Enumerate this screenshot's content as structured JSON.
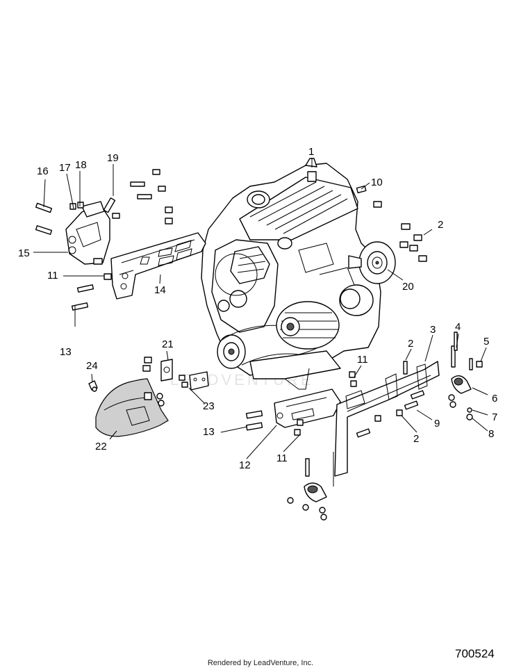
{
  "watermark": "LEADVENTURE",
  "footer": {
    "credit": "Rendered by LeadVenture, Inc.",
    "figure_id": "700524"
  },
  "callouts": [
    {
      "id": "c1",
      "text": "1"
    },
    {
      "id": "c2a",
      "text": "2"
    },
    {
      "id": "c2b",
      "text": "2"
    },
    {
      "id": "c2c",
      "text": "2"
    },
    {
      "id": "c3",
      "text": "3"
    },
    {
      "id": "c4",
      "text": "4"
    },
    {
      "id": "c5",
      "text": "5"
    },
    {
      "id": "c6",
      "text": "6"
    },
    {
      "id": "c7",
      "text": "7"
    },
    {
      "id": "c8",
      "text": "8"
    },
    {
      "id": "c9",
      "text": "9"
    },
    {
      "id": "c10",
      "text": "10"
    },
    {
      "id": "c11a",
      "text": "11"
    },
    {
      "id": "c11b",
      "text": "11"
    },
    {
      "id": "c11c",
      "text": "11"
    },
    {
      "id": "c12",
      "text": "12"
    },
    {
      "id": "c13a",
      "text": "13"
    },
    {
      "id": "c13b",
      "text": "13"
    },
    {
      "id": "c14",
      "text": "14"
    },
    {
      "id": "c15",
      "text": "15"
    },
    {
      "id": "c16",
      "text": "16"
    },
    {
      "id": "c17",
      "text": "17"
    },
    {
      "id": "c18",
      "text": "18"
    },
    {
      "id": "c19",
      "text": "19"
    },
    {
      "id": "c20",
      "text": "20"
    },
    {
      "id": "c21",
      "text": "21"
    },
    {
      "id": "c22",
      "text": "22"
    },
    {
      "id": "c23",
      "text": "23"
    },
    {
      "id": "c24",
      "text": "24"
    }
  ]
}
